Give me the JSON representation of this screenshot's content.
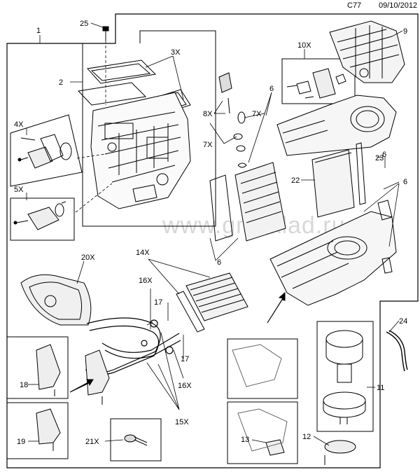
{
  "header": {
    "code": "C77",
    "date": "09/10/2012"
  },
  "watermark": "www.gmsklad.ru",
  "callouts": {
    "c1": "1",
    "c2": "2",
    "c3x": "3X",
    "c4x": "4X",
    "c5x": "5X",
    "c6a": "6",
    "c6b": "6",
    "c6c": "6",
    "c6d": "6",
    "c7xa": "7X",
    "c7xb": "7X",
    "c8x": "8X",
    "c9": "9",
    "c10x": "10X",
    "c11": "11",
    "c12": "12",
    "c13": "13",
    "c14x": "14X",
    "c15x": "15X",
    "c16xa": "16X",
    "c16xb": "16X",
    "c17a": "17",
    "c17b": "17",
    "c18": "18",
    "c19": "19",
    "c20x": "20X",
    "c21x": "21X",
    "c22": "22",
    "c23": "23",
    "c24": "24",
    "c25": "25"
  }
}
